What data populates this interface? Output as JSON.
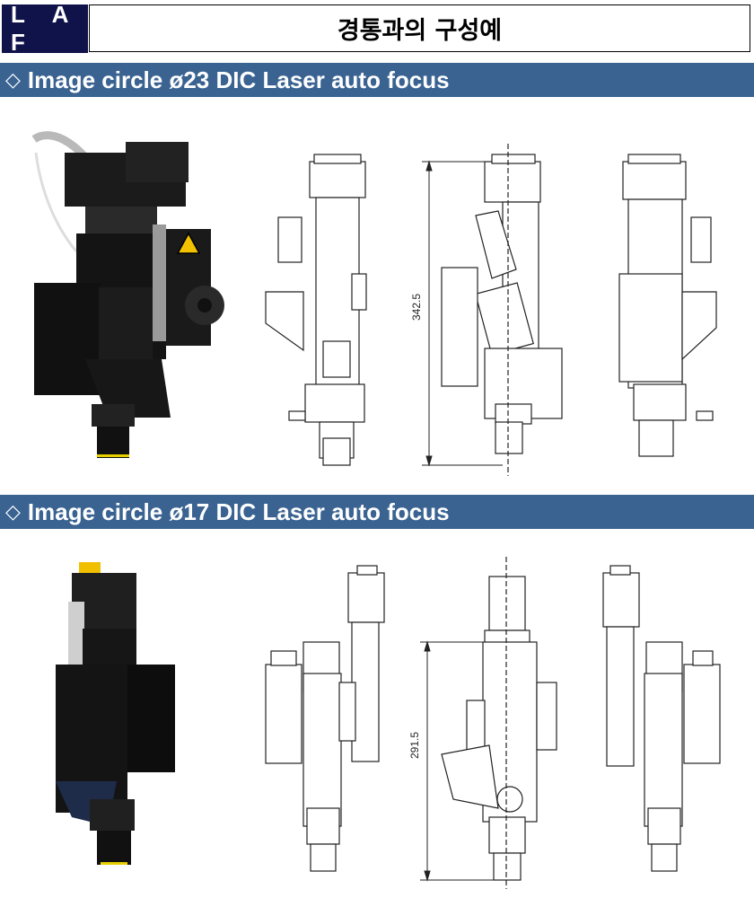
{
  "header": {
    "tag": "L A F",
    "title": "경통과의 구성예"
  },
  "sections": [
    {
      "bullet": "◇",
      "title": "Image circle ø23 DIC Laser auto focus",
      "dimension_label": "342.5"
    },
    {
      "bullet": "◇",
      "title": "Image circle ø17 DIC Laser auto focus",
      "dimension_label": "291.5"
    }
  ],
  "colors": {
    "header_tag_bg": "#10124a",
    "section_bar_bg": "#3a6392",
    "warning_label": "#f2c200",
    "lens_ring": "#e8d000",
    "knob_yellow": "#f0c000"
  }
}
